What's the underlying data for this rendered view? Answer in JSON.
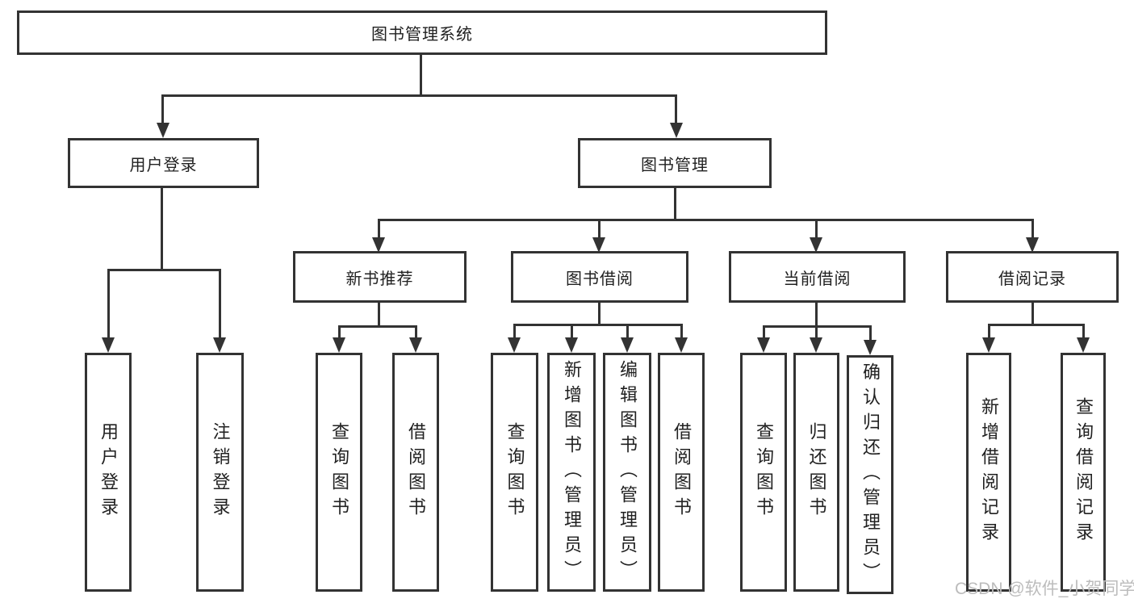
{
  "colors": {
    "line": "#333333",
    "text": "#212121",
    "box_bg": "#ffffff",
    "background": "#ffffff",
    "watermark": "#bcbcbc"
  },
  "watermark": "CSDN @软件_小贺同学",
  "tree": {
    "label": "图书管理系统",
    "children": [
      {
        "label": "用户登录",
        "children": [
          {
            "label": "用户登录"
          },
          {
            "label": "注销登录"
          }
        ]
      },
      {
        "label": "图书管理",
        "children": [
          {
            "label": "新书推荐",
            "children": [
              {
                "label": "查询图书"
              },
              {
                "label": "借阅图书"
              }
            ]
          },
          {
            "label": "图书借阅",
            "children": [
              {
                "label": "查询图书"
              },
              {
                "label": "新增图书（管理员）"
              },
              {
                "label": "编辑图书（管理员）"
              },
              {
                "label": "借阅图书"
              }
            ]
          },
          {
            "label": "当前借阅",
            "children": [
              {
                "label": "查询图书"
              },
              {
                "label": "归还图书"
              },
              {
                "label": "确认归还（管理员）"
              }
            ]
          },
          {
            "label": "借阅记录",
            "children": [
              {
                "label": "新增借阅记录"
              },
              {
                "label": "查询借阅记录"
              }
            ]
          }
        ]
      }
    ]
  }
}
